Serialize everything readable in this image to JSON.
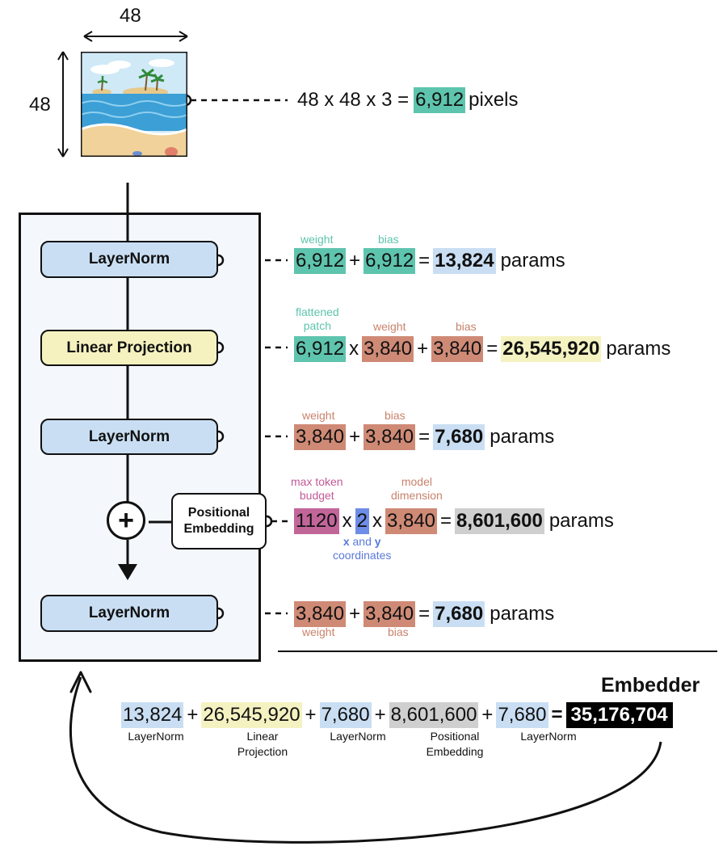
{
  "image": {
    "width_label": "48",
    "height_label": "48"
  },
  "pixel_eq": {
    "expr": "48 x 48 x 3 =",
    "value": "6,912",
    "unit": "pixels"
  },
  "blocks": {
    "ln1": "LayerNorm",
    "linear": "Linear Projection",
    "ln2": "LayerNorm",
    "pos_line1": "Positional",
    "pos_line2": "Embedding",
    "ln3": "LayerNorm",
    "plus": "+"
  },
  "eq1": {
    "label_weight": "weight",
    "label_bias": "bias",
    "a": "6,912",
    "op1": "+",
    "b": "6,912",
    "eq": "=",
    "result": "13,824",
    "unit": "params"
  },
  "eq2": {
    "label_patch_1": "flattened",
    "label_patch_2": "patch",
    "label_weight": "weight",
    "label_bias": "bias",
    "a": "6,912",
    "op1": "x",
    "b": "3,840",
    "op2": "+",
    "c": "3,840",
    "eq": "=",
    "result": "26,545,920",
    "unit": "params"
  },
  "eq3": {
    "label_weight": "weight",
    "label_bias": "bias",
    "a": "3,840",
    "op1": "+",
    "b": "3,840",
    "eq": "=",
    "result": "7,680",
    "unit": "params"
  },
  "eq4": {
    "label_budget_1": "max token",
    "label_budget_2": "budget",
    "label_dim_1": "model",
    "label_dim_2": "dimension",
    "label_x": "x",
    "label_and": " and ",
    "label_y": "y",
    "label_coords": "coordinates",
    "a": "1120",
    "op1": "x",
    "b": "2",
    "op2": "x",
    "c": "3,840",
    "eq": "=",
    "result": "8,601,600",
    "unit": "params"
  },
  "eq5": {
    "label_weight": "weight",
    "label_bias": "bias",
    "a": "3,840",
    "op1": "+",
    "b": "3,840",
    "eq": "=",
    "result": "7,680",
    "unit": "params"
  },
  "summary": {
    "title": "Embedder",
    "t1": "13,824",
    "l1": "LayerNorm",
    "t2": "26,545,920",
    "l2_1": "Linear",
    "l2_2": "Projection",
    "t3": "7,680",
    "l3": "LayerNorm",
    "t4": "8,601,600",
    "l4_1": "Positional",
    "l4_2": "Embedding",
    "t5": "7,680",
    "l5": "LayerNorm",
    "plus": "+",
    "eq": "=",
    "total": "35,176,704"
  },
  "colors": {
    "teal": "#5ec4ad",
    "rust": "#cf8a76",
    "blue": "#c9def3",
    "yellow": "#f5f2c2",
    "gray": "#cfcfcf",
    "pink": "#c2669a",
    "coord_blue": "#6e8de6"
  }
}
